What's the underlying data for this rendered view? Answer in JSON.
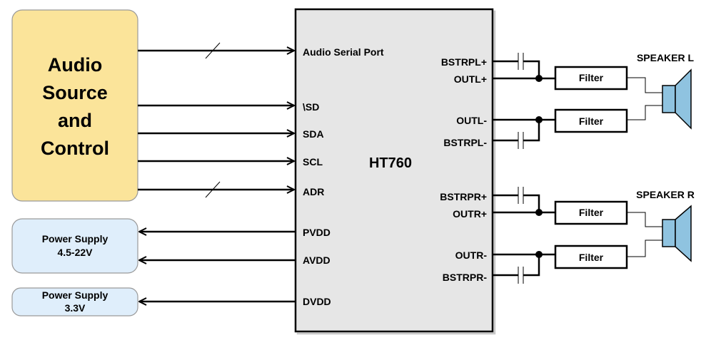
{
  "source_block": {
    "lines": [
      "Audio",
      "Source",
      "and",
      "Control"
    ],
    "fill": "#fbe49a",
    "stroke": "#9a9a9a"
  },
  "power_supplies": [
    {
      "line1": "Power Supply",
      "line2": "4.5-22V",
      "fill": "#dfeefb"
    },
    {
      "line1": "Power Supply",
      "line2": "3.3V",
      "fill": "#dfeefb"
    }
  ],
  "chip": {
    "name": "HT760",
    "name_color": "#e32119",
    "fill": "#e6e6e6",
    "left_pins": {
      "audio_serial_port": "Audio Serial Port",
      "sd": "\\SD",
      "sda": "SDA",
      "scl": "SCL",
      "adr": "ADR",
      "pvdd": "PVDD",
      "avdd": "AVDD",
      "dvdd": "DVDD"
    },
    "right_pins": {
      "bstrpl_pos": "BSTRPL+",
      "outl_pos": "OUTL+",
      "outl_neg": "OUTL-",
      "bstrpl_neg": "BSTRPL-",
      "bstrpr_pos": "BSTRPR+",
      "outr_pos": "OUTR+",
      "outr_neg": "OUTR-",
      "bstrpr_neg": "BSTRPR-"
    }
  },
  "filters": [
    "Filter",
    "Filter",
    "Filter",
    "Filter"
  ],
  "speakers": {
    "left": "SPEAKER L",
    "right": "SPEAKER R",
    "fill": "#8fc3e0"
  }
}
